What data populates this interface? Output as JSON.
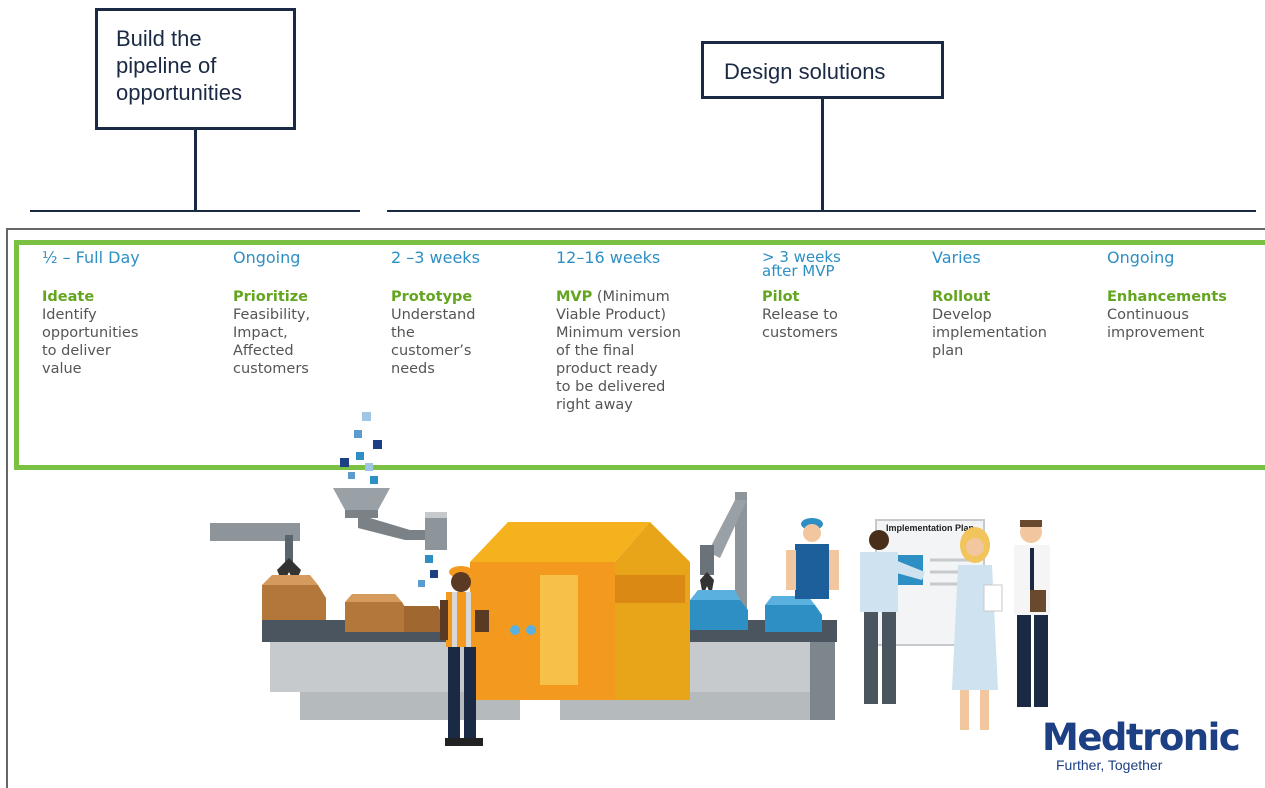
{
  "callouts": {
    "pipeline": "Build the pipeline of opportunities",
    "design": "Design solutions"
  },
  "stages": [
    {
      "duration": "½ – Full Day",
      "name": "Ideate",
      "description": "Identify\nopportunities\nto deliver\nvalue"
    },
    {
      "duration": "Ongoing",
      "name": "Prioritize",
      "description": "Feasibility,\nImpact,\nAffected\ncustomers"
    },
    {
      "duration": "2 –3 weeks",
      "name": "Prototype",
      "description": "Understand\nthe\ncustomer’s\nneeds"
    },
    {
      "duration": "12–16 weeks",
      "name": "MVP",
      "name_suffix": " (Minimum",
      "description": "Viable Product)\nMinimum version\nof the final\nproduct ready\nto be delivered\nright away"
    },
    {
      "duration": "> 3 weeks after MVP",
      "name": "Pilot",
      "description": "Release to\ncustomers"
    },
    {
      "duration": "Varies",
      "name": "Rollout",
      "description": "Develop\nimplementation\nplan"
    },
    {
      "duration": "Ongoing",
      "name": "Enhancements",
      "description": "Continuous\nimprovement"
    }
  ],
  "illustration": {
    "board_text": "Implementation Plan"
  },
  "brand": {
    "name": "Medtronic",
    "tagline": "Further, Together"
  },
  "colors": {
    "accent_green": "#7ac143",
    "duration_blue": "#2e8fc4",
    "callout_navy": "#1b2a44",
    "brand_blue": "#1d3f83",
    "machine_orange": "#f39a1e"
  }
}
